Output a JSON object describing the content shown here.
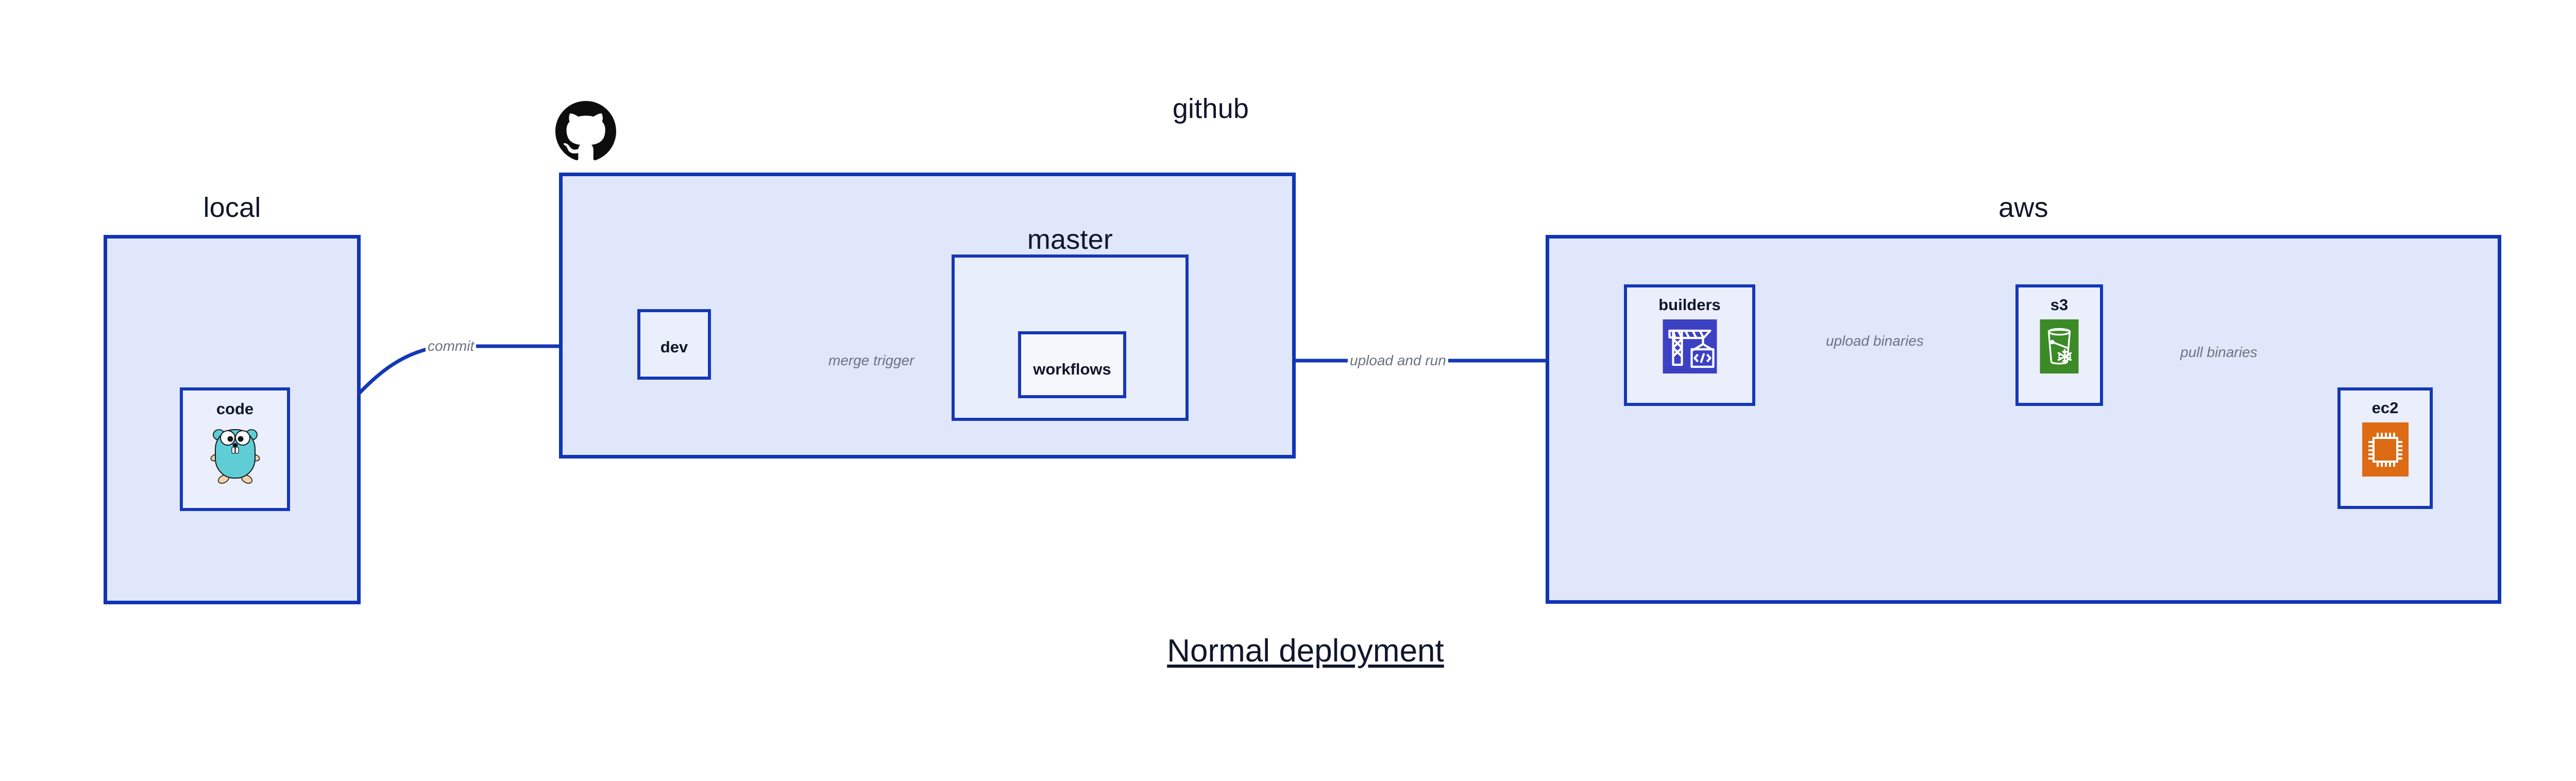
{
  "figure": {
    "title": "Normal deployment",
    "background": "#ffffff",
    "accent_border": "#0f35b5",
    "group_fill": "#e1e7fa",
    "node_fill": "#ebeffb",
    "edge_color": "#1438b7",
    "edge_label_color": "#6b7280"
  },
  "groups": [
    {
      "id": "local",
      "label": "local"
    },
    {
      "id": "github",
      "label": "github"
    },
    {
      "id": "aws",
      "label": "aws"
    }
  ],
  "subgroups": [
    {
      "id": "master",
      "label": "master"
    }
  ],
  "nodes": [
    {
      "id": "code",
      "label": "code",
      "icon": "go-gopher-icon",
      "icon_color": "#5ecdd6"
    },
    {
      "id": "dev",
      "label": "dev",
      "icon": null,
      "icon_color": null
    },
    {
      "id": "workflows",
      "label": "workflows",
      "icon": null,
      "icon_color": null
    },
    {
      "id": "builders",
      "label": "builders",
      "icon": "aws-codebuild-icon",
      "icon_color": "#3c41c4"
    },
    {
      "id": "s3",
      "label": "s3",
      "icon": "aws-s3-glacier-icon",
      "icon_color": "#3b8a26"
    },
    {
      "id": "ec2",
      "label": "ec2",
      "icon": "aws-ec2-icon",
      "icon_color": "#dd6b13"
    }
  ],
  "edges": [
    {
      "id": "code-to-dev",
      "from": "code",
      "to": "dev",
      "label": "commit"
    },
    {
      "id": "dev-to-workflows",
      "from": "dev",
      "to": "workflows",
      "label": "merge trigger"
    },
    {
      "id": "workflows-to-builders",
      "from": "workflows",
      "to": "builders",
      "label": "upload and run"
    },
    {
      "id": "builders-to-s3",
      "from": "builders",
      "to": "s3",
      "label": "upload binaries"
    },
    {
      "id": "s3-to-ec2",
      "from": "s3",
      "to": "ec2",
      "label": "pull binaries"
    }
  ],
  "logos": [
    {
      "id": "github-mark",
      "name": "github-octocat-logo",
      "color": "#0d0d0d"
    }
  ]
}
